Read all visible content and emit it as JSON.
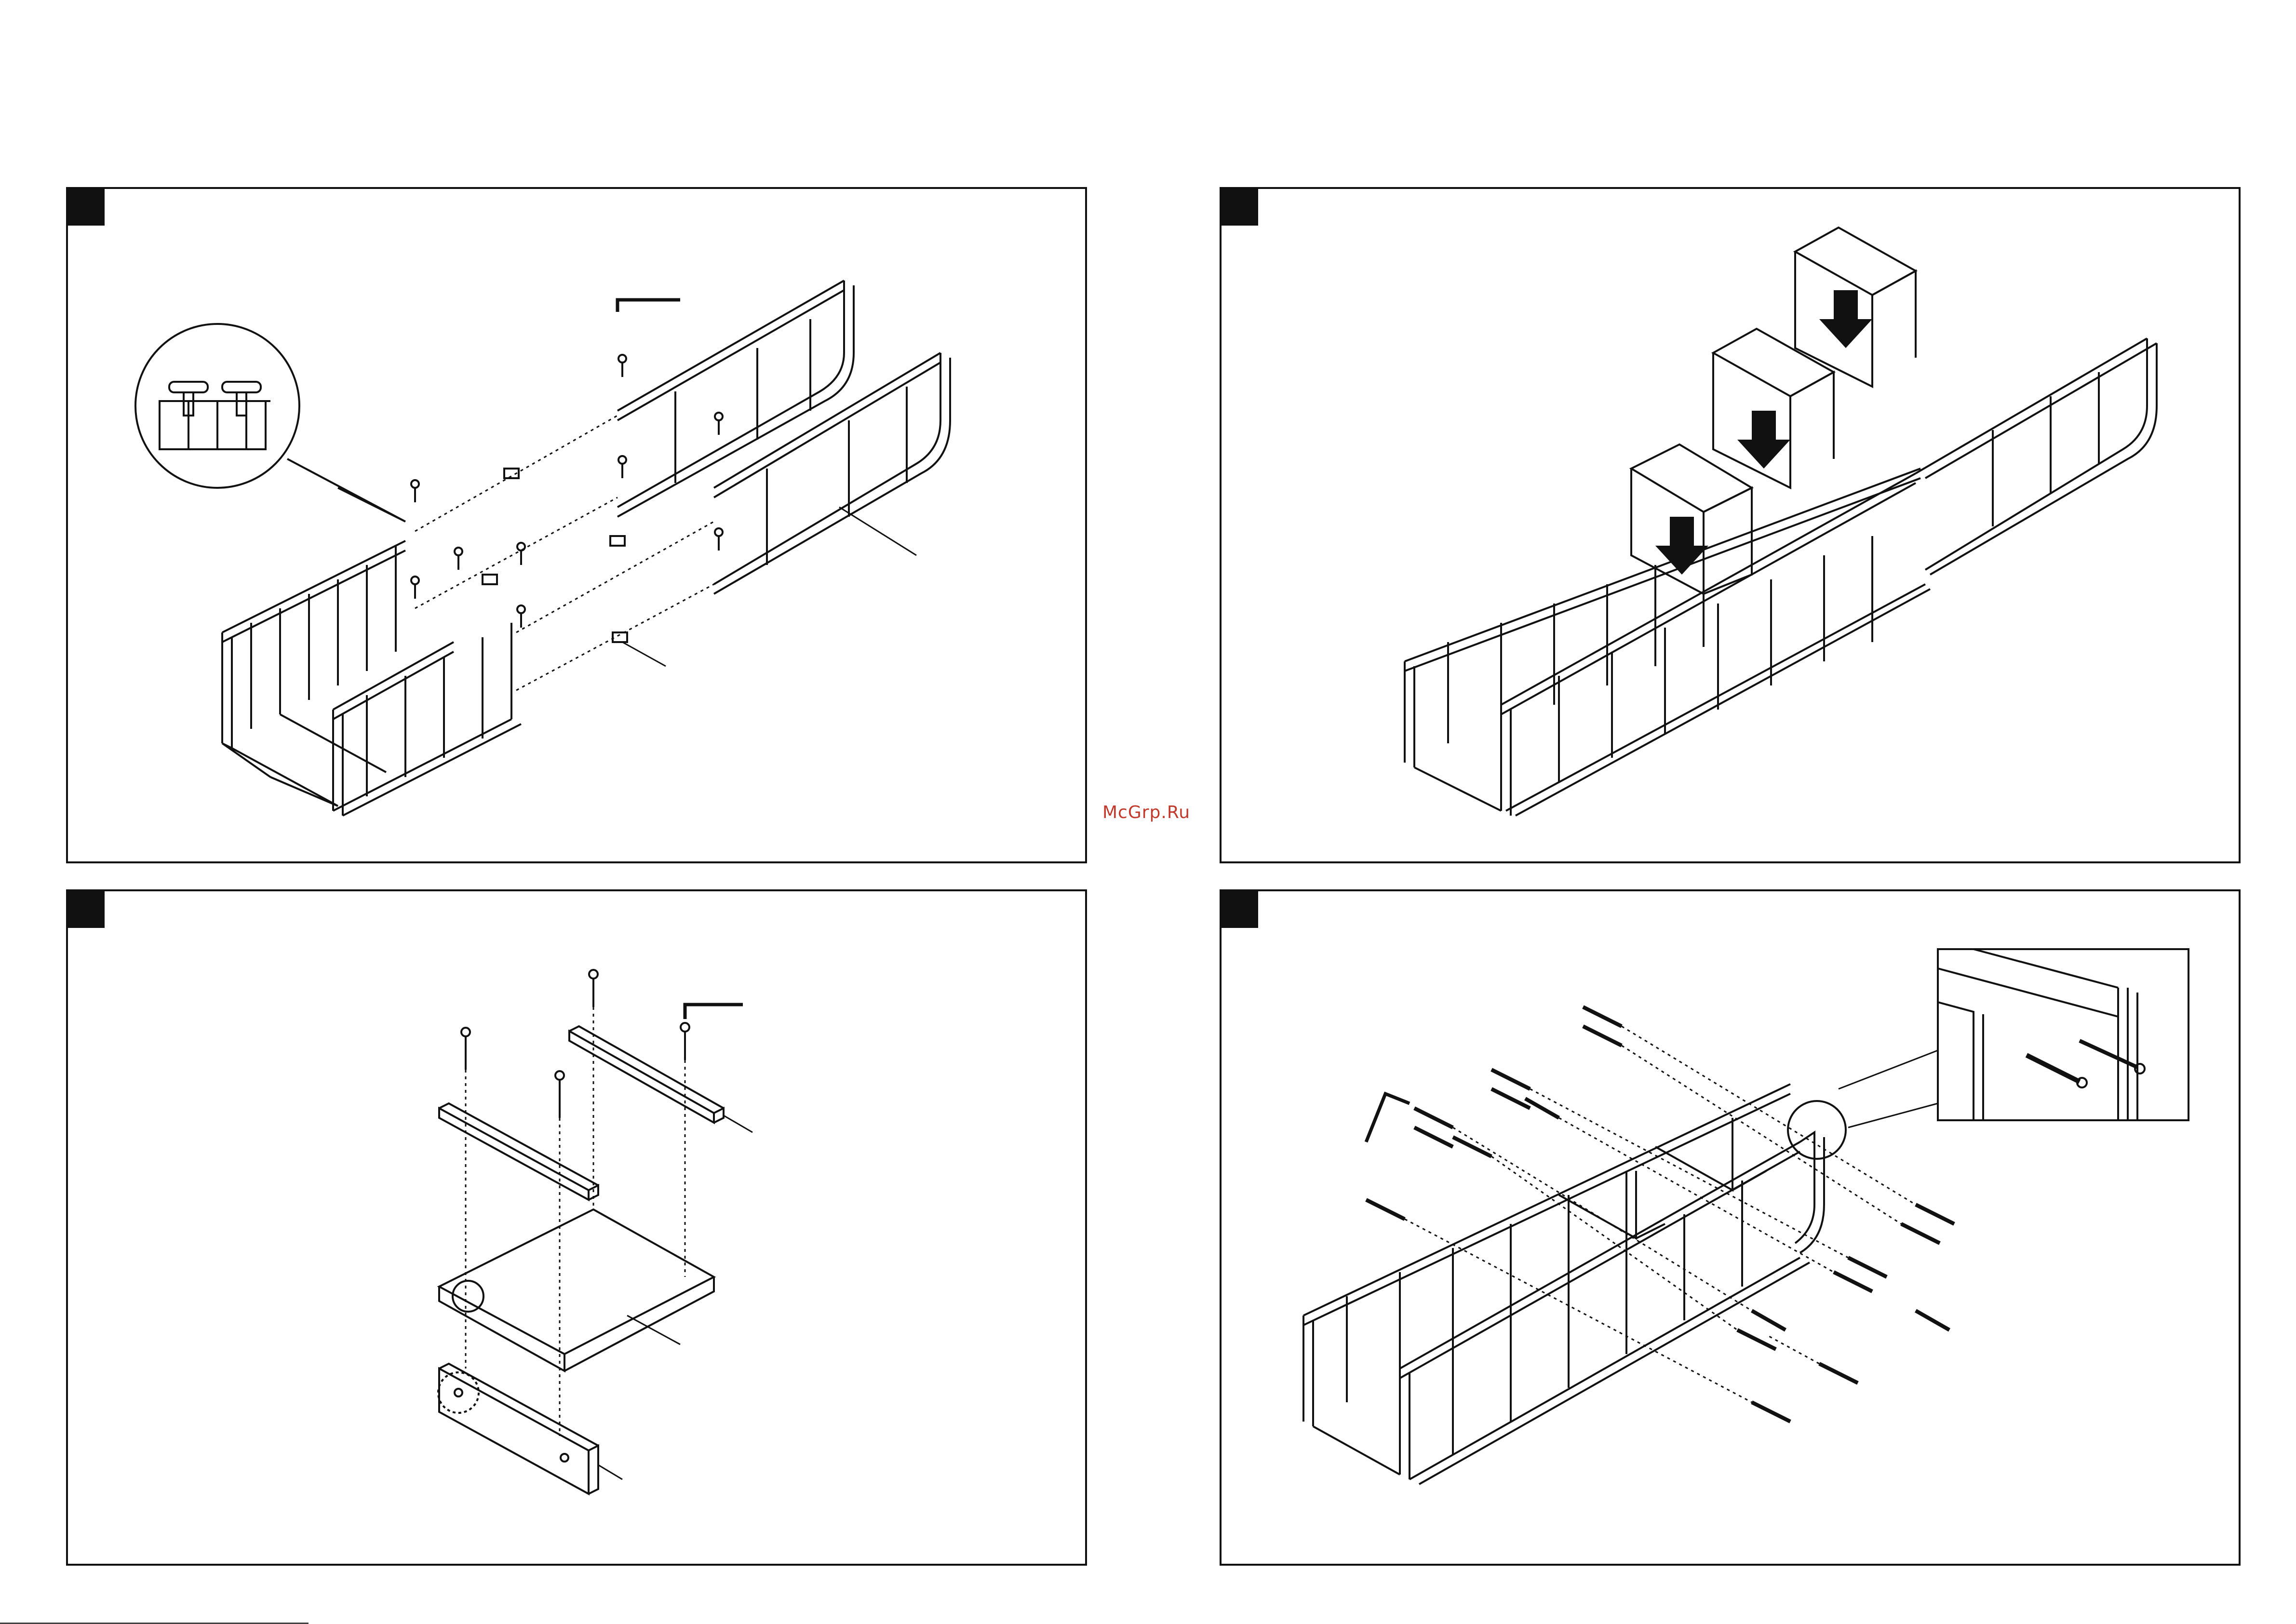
{
  "document": {
    "type": "assembly-instructions",
    "watermark": "McGrp.Ru"
  },
  "steps": [
    {
      "panel": "top-left",
      "content": "side-frame-assembly",
      "parts": [
        "screw",
        "dowel",
        "allen-key",
        "side-frame"
      ]
    },
    {
      "panel": "top-right",
      "content": "insert-shelf-boxes",
      "parts": [
        "shelf-box",
        "side-frame"
      ]
    },
    {
      "panel": "bottom-left",
      "content": "board-and-rails",
      "parts": [
        "screw",
        "allen-key",
        "rail",
        "board",
        "end-block"
      ]
    },
    {
      "panel": "bottom-right",
      "content": "final-screw-assembly",
      "parts": [
        "long-screw",
        "allen-key",
        "frame",
        "detail-callout"
      ]
    }
  ],
  "colors": {
    "line": "#111111",
    "background": "#ffffff",
    "watermark": "#c0392b"
  }
}
